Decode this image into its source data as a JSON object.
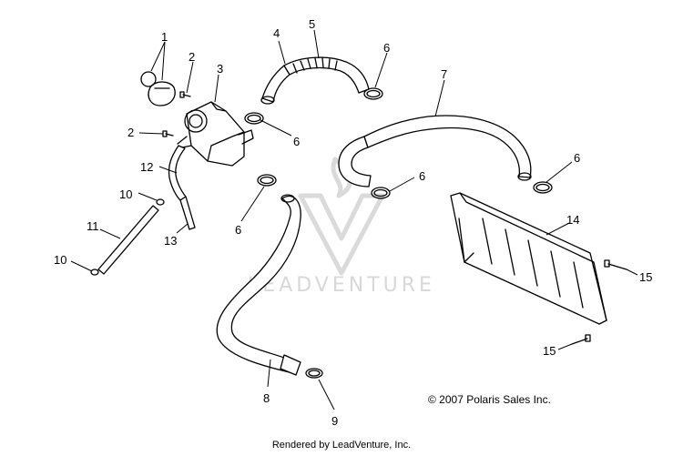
{
  "callouts": {
    "c1": "1",
    "c2a": "2",
    "c2b": "2",
    "c3": "3",
    "c4": "4",
    "c5": "5",
    "c6a": "6",
    "c6b": "6",
    "c6c": "6",
    "c6d": "6",
    "c6e": "6",
    "c7": "7",
    "c8": "8",
    "c9": "9",
    "c10a": "10",
    "c10b": "10",
    "c11": "11",
    "c12": "12",
    "c13": "13",
    "c14": "14",
    "c15a": "15",
    "c15b": "15"
  },
  "watermark": {
    "text": "LEADVENTURE"
  },
  "copyright": "© 2007 Polaris Sales Inc.",
  "footer": "Rendered by LeadVenture, Inc."
}
